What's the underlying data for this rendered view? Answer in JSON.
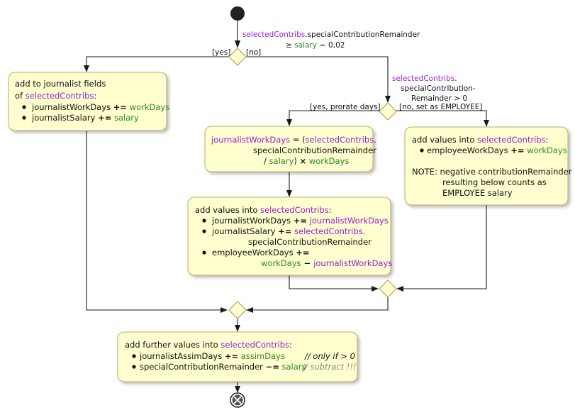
{
  "conditions": {
    "top": {
      "line1_kw": "selectedContribs",
      "line1_rest": ".specialContributionRemainder",
      "line2_pre": "≥ ",
      "line2_nm": "salary",
      "line2_op": " − ",
      "line2_post": "0,02",
      "yes": "[yes]",
      "no": "[no]"
    },
    "second": {
      "line1_kw": "selectedContribs",
      "line1_rest": ".",
      "line2": "specialContribution-",
      "line3": "Remainder > 0",
      "yes": "[yes, prorate days]",
      "no": "[no, set as EMPLOYEE]"
    }
  },
  "boxes": {
    "journalist": {
      "line1": "add to journalist fields",
      "line2_pre": "of ",
      "line2_kw": "selectedContribs",
      "line2_post": ":",
      "bullet1_pre": "journalistWorkDays ",
      "bullet1_op": "+=",
      "bullet1_nm": " workDays",
      "bullet2_pre": "journalistSalary ",
      "bullet2_op": "+=",
      "bullet2_nm": " salary"
    },
    "prorate": {
      "line1_kw1": "journalistWorkDays",
      "line1_mid": " = (",
      "line1_kw2": "selectedContribs",
      "line1_post": ".",
      "line2": "specialContributionRemainder",
      "line3_pre": "/ ",
      "line3_nm": "salary",
      "line3_mid": ") ",
      "line3_op": "×",
      "line3_nm2": " workDays"
    },
    "employee": {
      "line1_pre": "add values into ",
      "line1_kw": "selectedContribs",
      "line1_post": ":",
      "bullet1_pre": "employeeWorkDays ",
      "bullet1_op": "+=",
      "bullet1_nm": " workDays",
      "note1": "NOTE: negative contributionRemainder",
      "note2": "resulting below counts as",
      "note3": "EMPLOYEE salary"
    },
    "addvalues": {
      "line1_pre": "add values into ",
      "line1_kw": "selectedContribs",
      "line1_post": ":",
      "bullet1_pre": "journalistWorkDays ",
      "bullet1_op": "+=",
      "bullet1_kw": " journalistWorkDays",
      "bullet2_pre": "journalistSalary ",
      "bullet2_op": "+=",
      "bullet2_kw": " selectedContribs",
      "bullet2_post": ".",
      "bullet2_line2": "specialContributionRemainder",
      "bullet3_pre": "employeeWorkDays ",
      "bullet3_op": "+=",
      "bullet3_line2_nm": "workDays",
      "bullet3_line2_op": " − ",
      "bullet3_line2_kw": "journalistWorkDays"
    },
    "further": {
      "line1_pre": "add further values into ",
      "line1_kw": "selectedContribs",
      "line1_post": ":",
      "bullet1_pre": "journalistAssimDays ",
      "bullet1_op": "+=",
      "bullet1_nm": " assimDays",
      "bullet1_cm": "// only if > 0",
      "bullet2_pre": "specialContributionRemainder ",
      "bullet2_op": "−=",
      "bullet2_nm": " salary",
      "bullet2_cm1": "// ",
      "bullet2_cm2": "subtract",
      "bullet2_cm3": " !!!"
    }
  },
  "colors": {
    "box_fill": "#fefece",
    "keyword": "#9a1fd1",
    "variable": "#2b8a2b",
    "comment": "#8a8a8a"
  }
}
